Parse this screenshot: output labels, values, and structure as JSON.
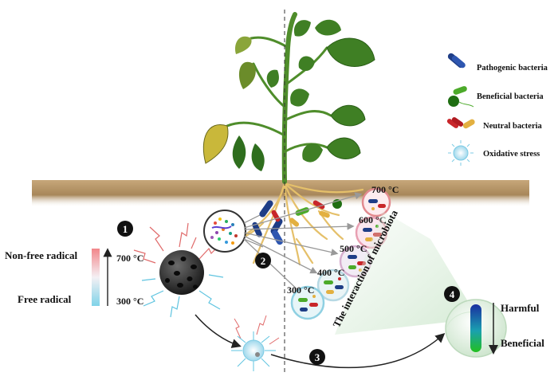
{
  "legend": {
    "items": [
      {
        "label": "Pathogenic bacteria",
        "icon": "pathogenic-bacteria-icon"
      },
      {
        "label": "Beneficial bacteria",
        "icon": "beneficial-bacteria-icon"
      },
      {
        "label": "Neutral bacteria",
        "icon": "neutral-bacteria-icon"
      },
      {
        "label": "Oxidative stress",
        "icon": "oxidative-stress-icon"
      }
    ]
  },
  "radical_scale": {
    "top_label": "Non-free radical",
    "bottom_label": "Free radical",
    "top_temp": "700 °C",
    "bottom_temp": "300 °C"
  },
  "temperatures": [
    "700 °C",
    "600 °C",
    "500 °C",
    "400 °C",
    "300 °C"
  ],
  "microbiota_label": "The interaction of microbiota",
  "steps": [
    "1",
    "2",
    "3",
    "4"
  ],
  "outcome": {
    "top": "Harmful",
    "bottom": "Beneficial"
  },
  "colors": {
    "soil": "#a8875a",
    "pathogenic": "#1e3d86",
    "beneficial": "#2e8b1e",
    "neutral_red": "#c8262a",
    "neutral_yellow": "#e3b040",
    "leaf": "#3f7f24",
    "scale_top": "#f2868a",
    "scale_bottom": "#7fd3e8"
  }
}
